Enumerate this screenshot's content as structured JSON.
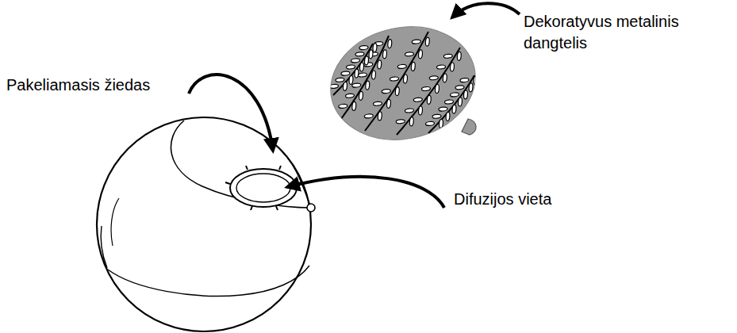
{
  "diagram": {
    "labels": [
      "Dekoratyvus metalinis dangtelis",
      "Pakeliamasis žiedas",
      "Difuzijos vieta"
    ]
  }
}
